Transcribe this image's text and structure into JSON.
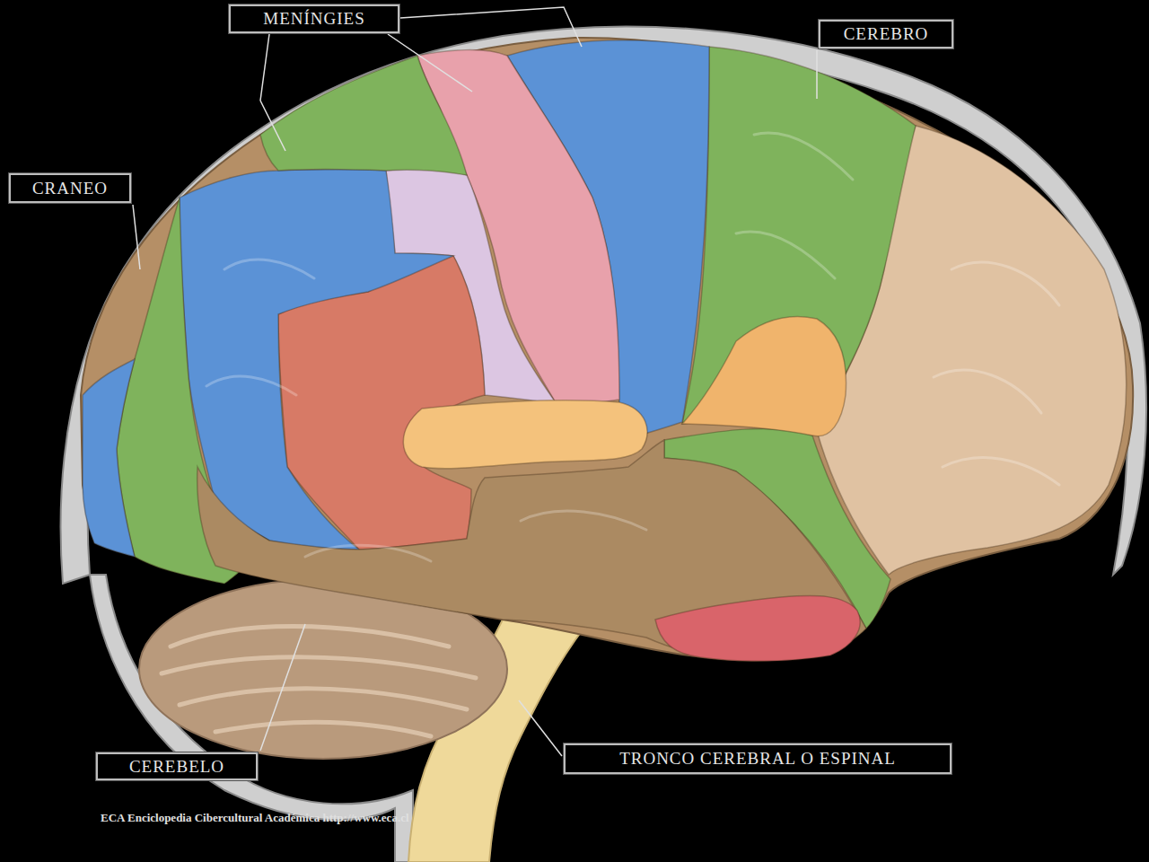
{
  "diagram": {
    "nodes": [
      {
        "text": [
          "MENÍNGIES"
        ]
      },
      {
        "text": [
          "CEREBRO"
        ]
      },
      {
        "text": [
          "CRANEO"
        ]
      },
      {
        "text": [
          "CEREBELO"
        ]
      },
      {
        "text": [
          "TRONCO CEREBRAL O ESPINAL"
        ]
      }
    ],
    "labels": [
      "ECA Enciclopedia Cibercultural Académica http://www.eca.cl"
    ]
  }
}
